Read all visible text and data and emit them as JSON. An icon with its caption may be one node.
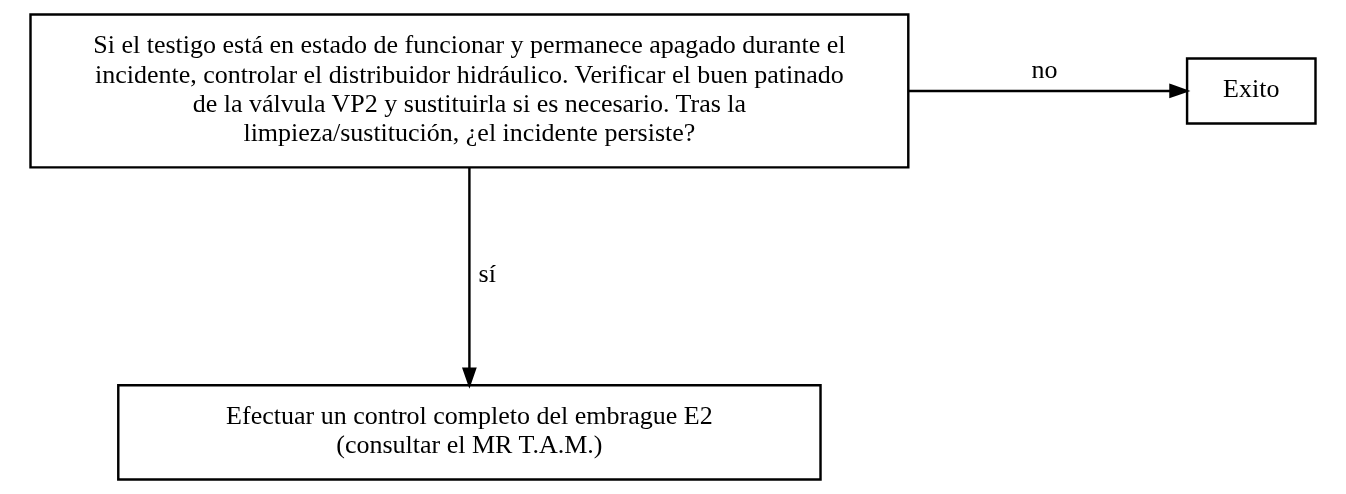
{
  "diagram": {
    "nodes": [
      {
        "text": [
          "Si el testigo está en estado de funcionar y permanece apagado durante el incidente, controlar el distribuidor hidráulico. Verificar el buen patinado de la válvula VP2 y sustituirla si es necesario. Tras la limpieza/sustitución, ¿el incidente persiste?"
        ]
      },
      {
        "text": [
          "Exito"
        ]
      },
      {
        "text": [
          "Efectuar un control completo del embrague E2 (consultar el MR T.A.M.)"
        ]
      }
    ],
    "edges": [
      {
        "from": 0,
        "to": 1,
        "arrow": "to",
        "label": "no"
      },
      {
        "from": 0,
        "to": 2,
        "arrow": "to",
        "label": "sí"
      }
    ]
  }
}
